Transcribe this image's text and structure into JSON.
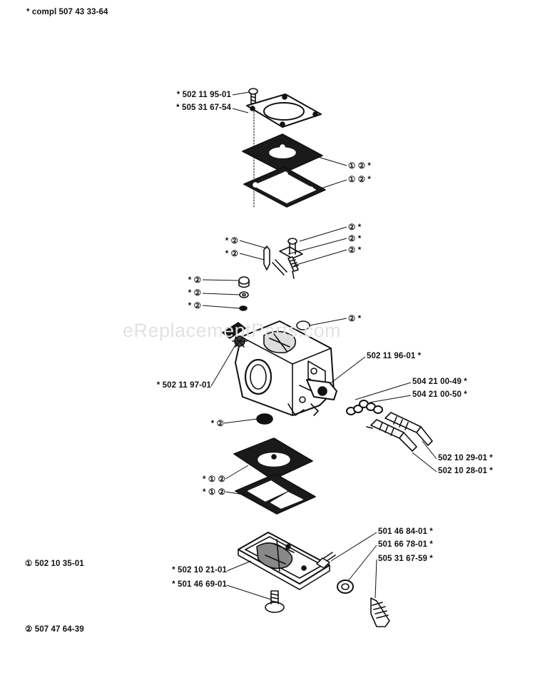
{
  "header": {
    "kit_note": "* compl 507 43 33-64"
  },
  "watermark": "eReplacementParts.com",
  "legend": [
    {
      "symbol": "①",
      "part": "502 10 35-01"
    },
    {
      "symbol": "②",
      "part": "507 47 64-39"
    }
  ],
  "callouts": {
    "c01": "* 502 11 95-01",
    "c02": "* 505 31 67-54",
    "c03": "① ② *",
    "c04": "① ② *",
    "c05": "② *",
    "c06": "② *",
    "c07": "② *",
    "c08": "* ②",
    "c09": "* ②",
    "c10": "* ②",
    "c11": "* ②",
    "c12": "* ②",
    "c13": "② *",
    "c14": "502 11 96-01 *",
    "c15": "* 502 11 97-01",
    "c16": "504 21 00-49 *",
    "c17": "504 21 00-50 *",
    "c18": "* ②",
    "c19": "502 10 29-01 *",
    "c20": "502 10 28-01 *",
    "c21": "* ① ②",
    "c22": "* ① ②",
    "c23": "501 46 84-01 *",
    "c24": "501 66 78-01 *",
    "c25": "505 31 67-59 *",
    "c26": "* 502 10 21-01",
    "c27": "* 501 46 69-01"
  }
}
